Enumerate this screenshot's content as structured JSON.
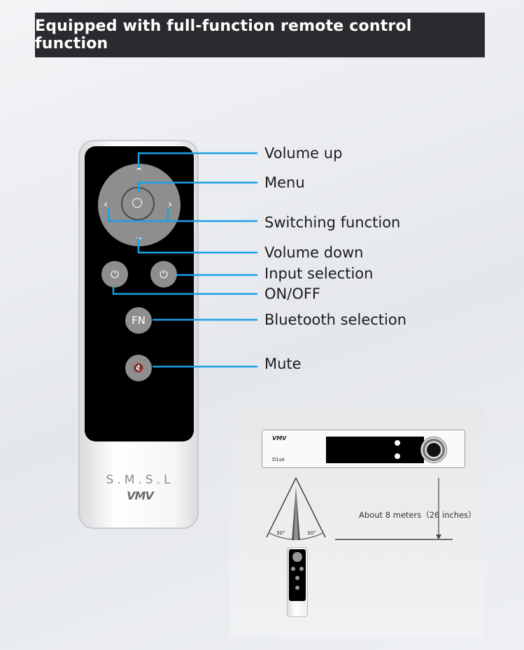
{
  "banner": {
    "title": "Equipped with full-function remote control function"
  },
  "remote": {
    "brand_text": "S.M.S.L",
    "logo_text": "VMV",
    "fn_button_label": "FN"
  },
  "callouts": [
    {
      "label": "Volume up"
    },
    {
      "label": "Menu"
    },
    {
      "label": "Switching function"
    },
    {
      "label": "Volume down"
    },
    {
      "label": "Input selection"
    },
    {
      "label": "ON/OFF"
    },
    {
      "label": "Bluetooth selection"
    },
    {
      "label": "Mute"
    }
  ],
  "diagram": {
    "device_logo": "VMV",
    "device_model": "D1se",
    "distance_label": "About 8 meters（26 inches）",
    "angle_left": "30°",
    "angle_right": "30°"
  },
  "colors": {
    "callout_line": "#1aa0e6",
    "banner_bg": "#2a2b2e"
  }
}
